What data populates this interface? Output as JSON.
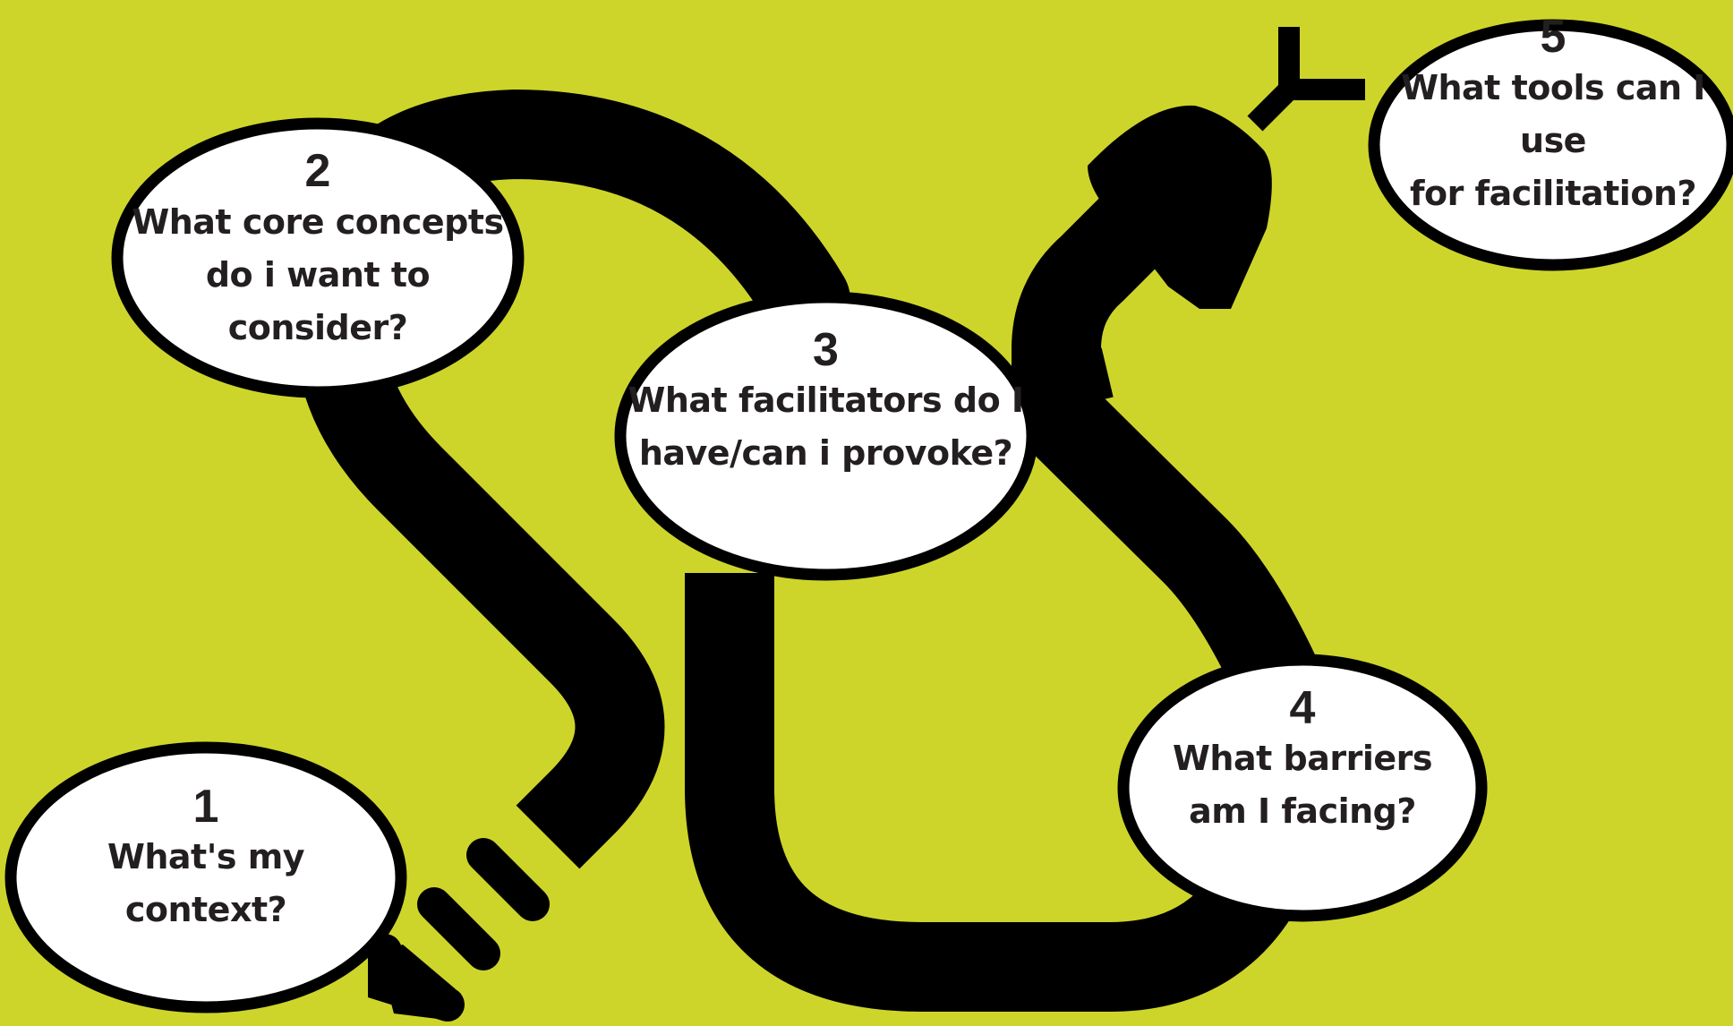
{
  "colors": {
    "background": "#ced52a",
    "path": "#000000",
    "bubble_fill": "#ffffff",
    "bubble_stroke": "#000000",
    "text": "#231f20"
  },
  "steps": [
    {
      "number": "1",
      "question": "What's my context?"
    },
    {
      "number": "2",
      "question": "What core concepts\ndo i want to\nconsider?"
    },
    {
      "number": "3",
      "question": "What facilitators do I\nhave/can i provoke?"
    },
    {
      "number": "4",
      "question": "What barriers\nam I facing?"
    },
    {
      "number": "5",
      "question": "What tools can I use\nfor facilitation?"
    }
  ],
  "icons": {
    "path": "winding-arrow-path",
    "start_marks": "dash-marks-icon",
    "goal": "y-fork-icon"
  }
}
